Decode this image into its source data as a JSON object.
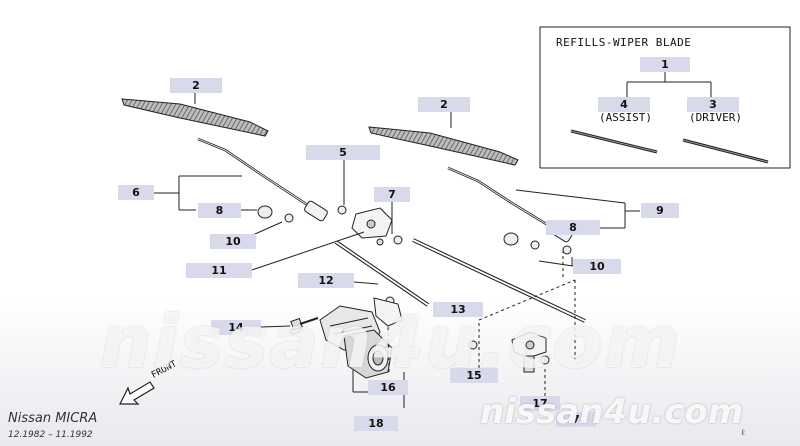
{
  "inset": {
    "title": "REFILLS-WIPER BLADE",
    "assist_label": "(ASSIST)",
    "driver_label": "(DRIVER)"
  },
  "callouts": {
    "c1": "1",
    "c2a": "2",
    "c2b": "2",
    "c3": "3",
    "c4": "4",
    "c5": "5",
    "c6": "6",
    "c7a": "7",
    "c7b": "7",
    "c8a": "8",
    "c8b": "8",
    "c9": "9",
    "c10a": "10",
    "c10b": "10",
    "c11": "11",
    "c12": "12",
    "c13": "13",
    "c14": "14",
    "c15": "15",
    "c16": "16",
    "c17": "17",
    "c18": "18"
  },
  "front_label": "FRONT",
  "model_label": "Nissan MICRA",
  "dates_label": "12.1982 – 11.1992",
  "watermark_large": "nissan4u.com",
  "watermark_small": "nissan4u.com",
  "corner_mark": "ℓ"
}
